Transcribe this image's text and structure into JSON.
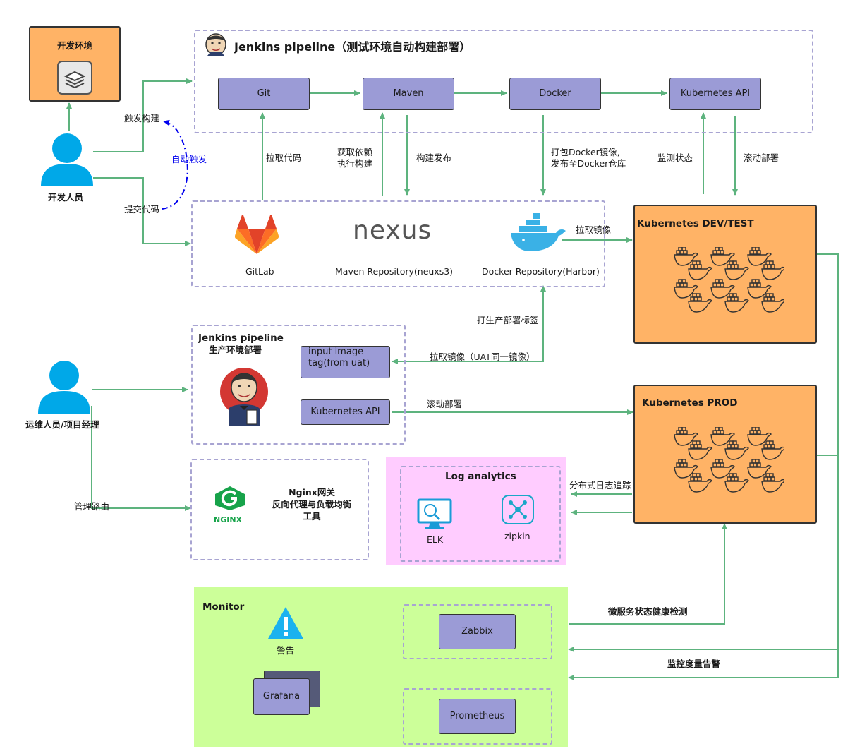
{
  "dev_env": {
    "title": "开发环境"
  },
  "developer": {
    "label": "开发人员"
  },
  "ops_user": {
    "label": "运维人员/项目经理"
  },
  "pipeline_test": {
    "title": "Jenkins pipeline（测试环境自动构建部署）",
    "stages": [
      "Git",
      "Maven",
      "Docker",
      "Kubernetes API"
    ]
  },
  "repos": {
    "gitlab": "GitLab",
    "nexus": "Maven Repository(neuxs3)",
    "nexus_logo": "nexus",
    "docker": "Docker Repository(Harbor)"
  },
  "k8s_dev": {
    "title": "Kubernetes DEV/TEST"
  },
  "k8s_prod": {
    "title": "Kubernetes PROD"
  },
  "pipeline_prod": {
    "title_line1": "Jenkins pipeline",
    "title_line2": "生产环境部署",
    "input_line1": "input image",
    "input_line2": "tag(from uat)",
    "k8s_api": "Kubernetes API"
  },
  "nginx": {
    "logo": "NGINX",
    "line1": "Nginx网关",
    "line2": "反向代理与负载均衡",
    "line3": "工具"
  },
  "log": {
    "title": "Log analytics",
    "elk": "ELK",
    "zipkin": "zipkin"
  },
  "monitor": {
    "title": "Monitor",
    "alert": "警告",
    "grafana": "Grafana",
    "zabbix": "Zabbix",
    "prometheus": "Prometheus"
  },
  "edges": {
    "trigger_build": "触发构建",
    "auto_trigger": "自动触发",
    "commit_code": "提交代码",
    "pull_code": "拉取代码",
    "get_deps_1": "获取依赖",
    "get_deps_2": "执行构建",
    "build_publish": "构建发布",
    "pack_docker_1": "打包Docker镜像,",
    "pack_docker_2": "发布至Docker仓库",
    "monitor_status": "监测状态",
    "rolling_deploy": "滚动部署",
    "pull_image": "拉取镜像",
    "prod_tag": "打生产部署标签",
    "pull_image_uat": "拉取镜像（UAT同一镜像）",
    "rolling_deploy_prod": "滚动部署",
    "manage_route": "管理路由",
    "distributed_trace": "分布式日志追踪",
    "health_check": "微服务状态健康检测",
    "metrics_alert": "监控度量告警"
  },
  "colors": {
    "edge": "#5db37e",
    "block": "#9b9bd6",
    "orange": "#ffb366",
    "pink": "#ffccff",
    "lime": "#ccff99",
    "user": "#00a8e8",
    "dashed": "#a8a4d2",
    "auto_trigger_edge": "#0000ee"
  }
}
